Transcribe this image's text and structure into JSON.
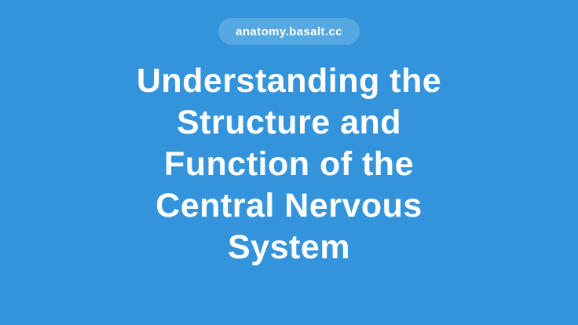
{
  "page": {
    "background_color": "#3494DB",
    "text_color": "#FFFFFF"
  },
  "badge": {
    "label": "anatomy.basalt.cc",
    "background_color": "#55A8E1"
  },
  "title": {
    "text": "Understanding the Structure and Function of the Central Nervous System",
    "lines": [
      "Understanding the",
      "Structure and",
      "Function of the",
      "Central Nervous",
      "System"
    ]
  }
}
